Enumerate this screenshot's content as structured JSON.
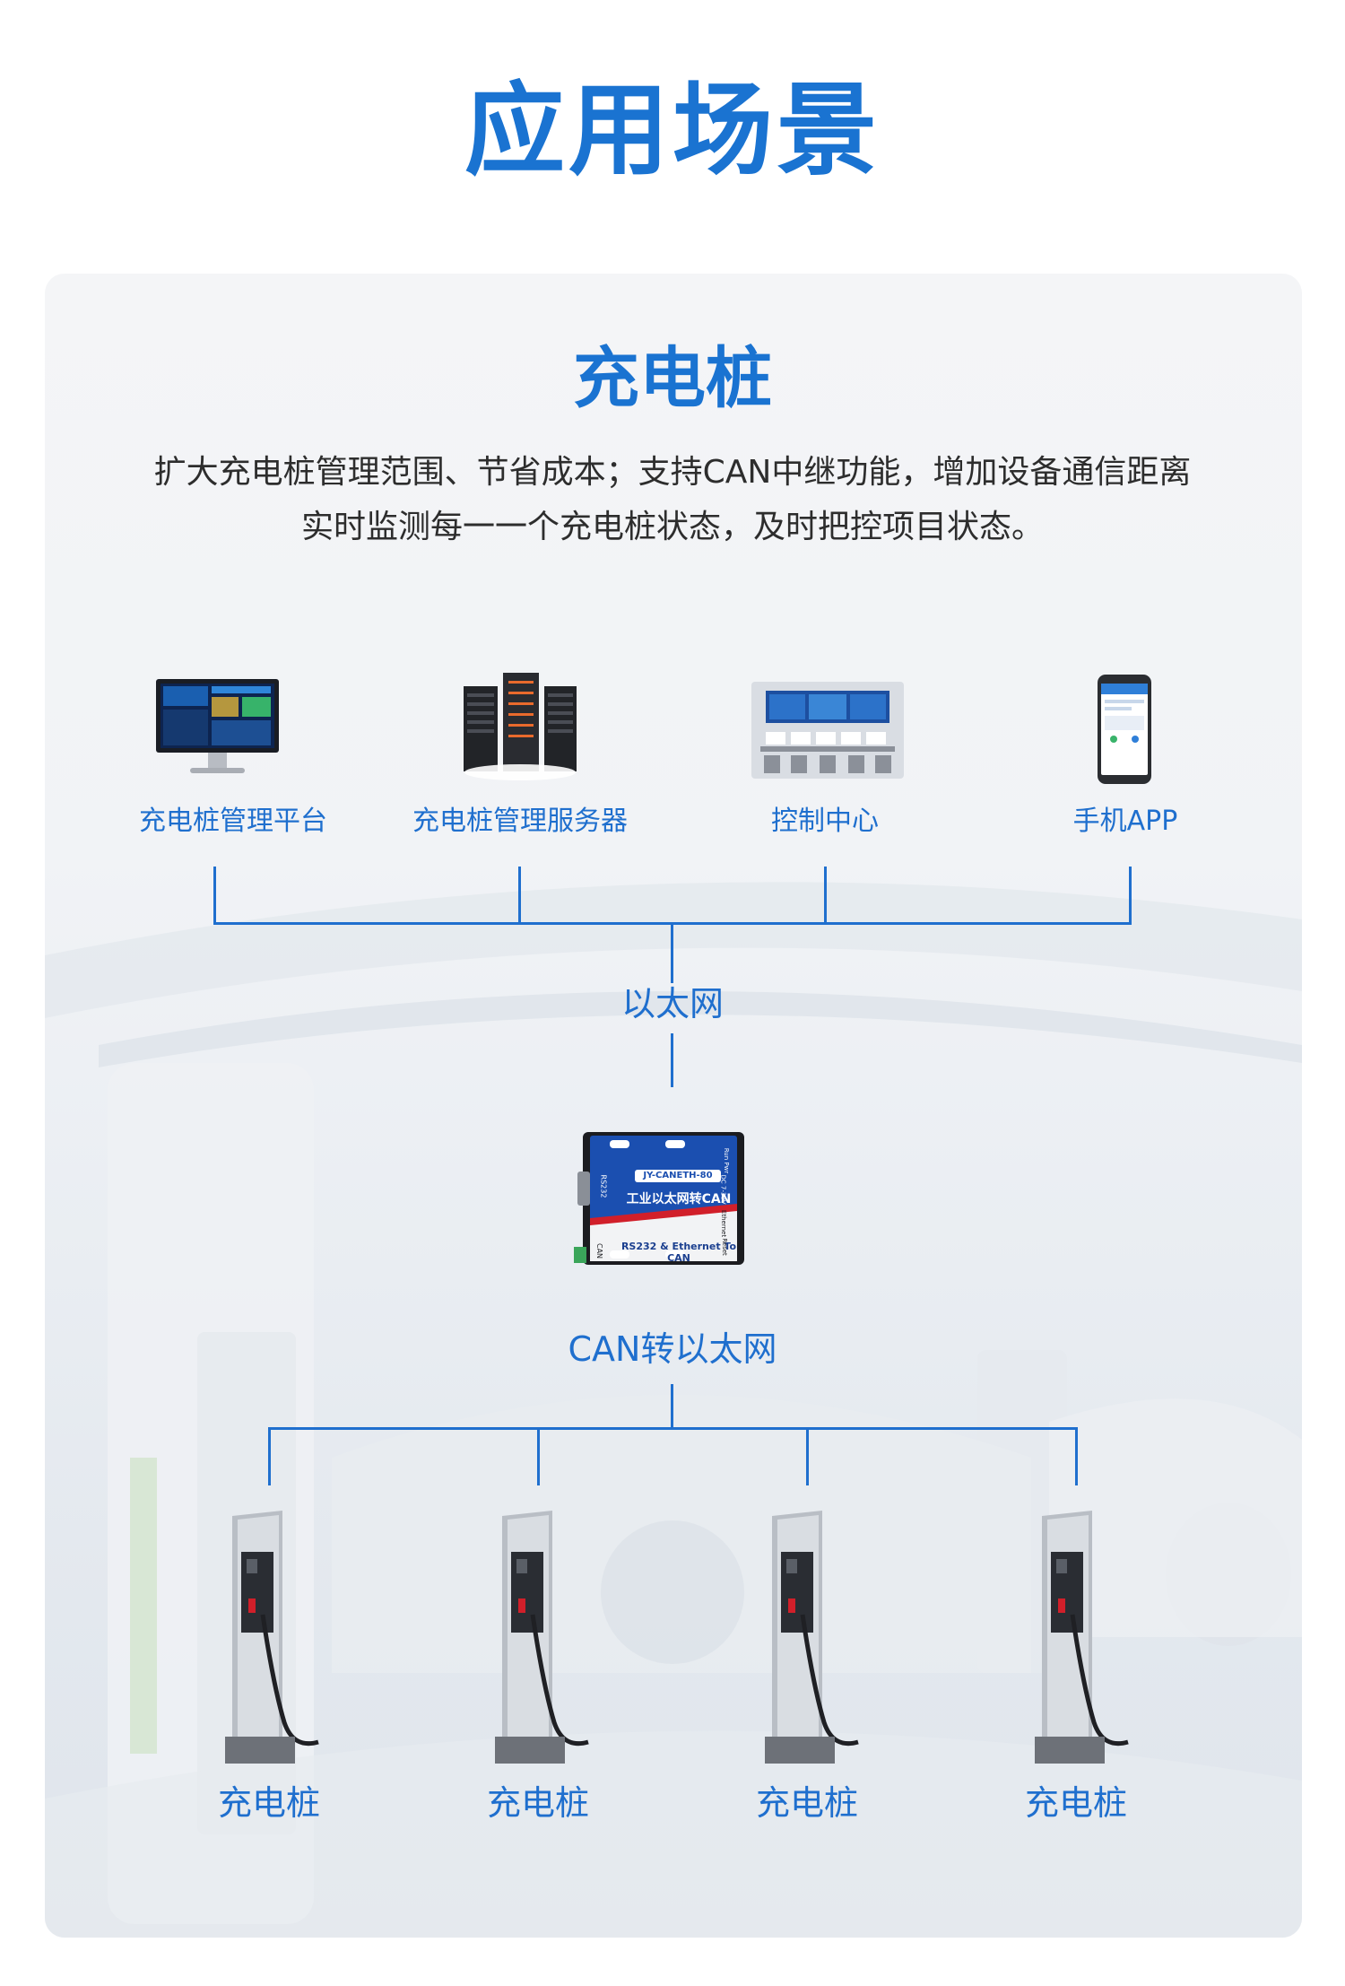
{
  "header": {
    "title": "应用场景"
  },
  "card": {
    "title": "充电桩",
    "description_line1": "扩大充电桩管理范围、节省成本；支持CAN中继功能，增加设备通信距离",
    "description_line2": "实时监测每一一个充电桩状态，及时把控项目状态。"
  },
  "top_nodes": [
    {
      "label": "充电桩管理平台",
      "icon": "monitor-icon"
    },
    {
      "label": "充电桩管理服务器",
      "icon": "server-rack-icon"
    },
    {
      "label": "控制中心",
      "icon": "control-room-icon"
    },
    {
      "label": "手机APP",
      "icon": "smartphone-icon"
    }
  ],
  "network_label": "以太网",
  "gateway": {
    "label": "CAN转以太网",
    "model": "JY-CANETH-80",
    "name": "工业以太网转CAN",
    "subtitle_line1": "RS232 & Ethernet To",
    "subtitle_line2": "CAN",
    "port_left": "RS232",
    "port_can": "CAN",
    "port_power": "DC 7-30V",
    "port_eth": "Ethernet",
    "port_reset": "Reset",
    "port_run": "Run Pwr"
  },
  "chargers": [
    {
      "label": "充电桩"
    },
    {
      "label": "充电桩"
    },
    {
      "label": "充电桩"
    },
    {
      "label": "充电桩"
    }
  ],
  "colors": {
    "accent": "#1f6fce",
    "title": "#1a73d1",
    "device": "#1b4fb0"
  }
}
